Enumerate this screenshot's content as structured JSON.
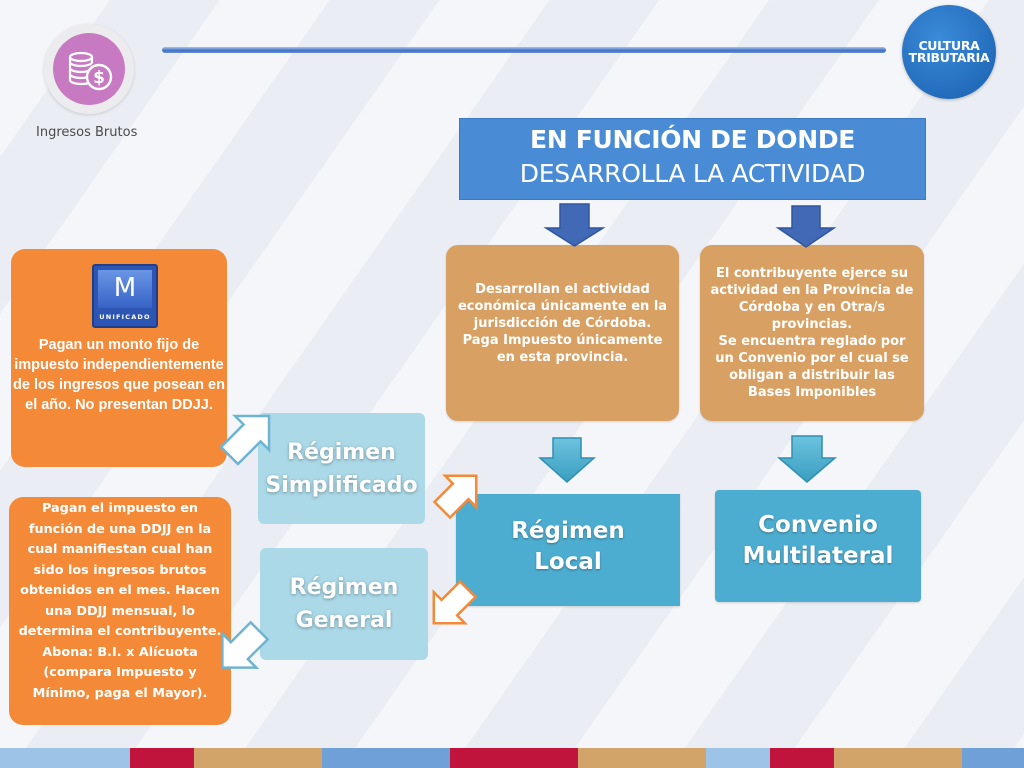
{
  "header": {
    "logo_label": "Ingresos Brutos",
    "badge_line1": "CULTURA",
    "badge_line2": "TRIBUTARIA"
  },
  "title": {
    "line1": "EN FUNCIÓN  DE DONDE",
    "line2": "DESARROLLA LA ACTIVIDAD"
  },
  "boxes": {
    "local_desc": "Desarrollan el actividad económica únicamente en la jurisdicción de Córdoba. Paga Impuesto únicamente en esta provincia.",
    "convenio_desc_1": "El contribuyente ejerce su actividad en la Provincia  de Córdoba y en Otra/s provincias.",
    "convenio_desc_2": "Se encuentra reglado por un Convenio por el cual se obligan a distribuir  las Bases Imponibles",
    "regimen_local_1": "Régimen",
    "regimen_local_2": "Local",
    "convenio_1": "Convenio",
    "convenio_2": "Multilateral",
    "simplificado_1": "Régimen",
    "simplificado_2": "Simplificado",
    "general_1": "Régimen",
    "general_2": "General",
    "monotributo_text": "Pagan un monto fijo de impuesto independientemente de los ingresos que posean en el año. No presentan DDJJ.",
    "general_text": "Pagan el impuesto en función de una DDJJ en la cual manifiestan cual han sido los ingresos brutos obtenidos en el mes. Hacen una DDJJ mensual, lo determina el contribuyente. Abona: B.I. x Alícuota (compara Impuesto y Mínimo, paga el Mayor)."
  },
  "m_icon": {
    "letter": "M",
    "caption": "UNIFICADO"
  },
  "colors": {
    "title_blue": "#4a8bd6",
    "tan": "#d9a063",
    "teal": "#4dadd0",
    "light_blue": "#abd9e8",
    "orange": "#f48a37",
    "arrow_dark_blue": "#4169b6",
    "arrow_teal": "#45a9c8"
  },
  "bottom_bar_colors": [
    "#9dc3e6",
    "#c0143c",
    "#d2a46a",
    "#6fa0d8",
    "#c0143c",
    "#d2a46a",
    "#9dc3e6",
    "#c0143c",
    "#d2a46a",
    "#6fa0d8"
  ]
}
